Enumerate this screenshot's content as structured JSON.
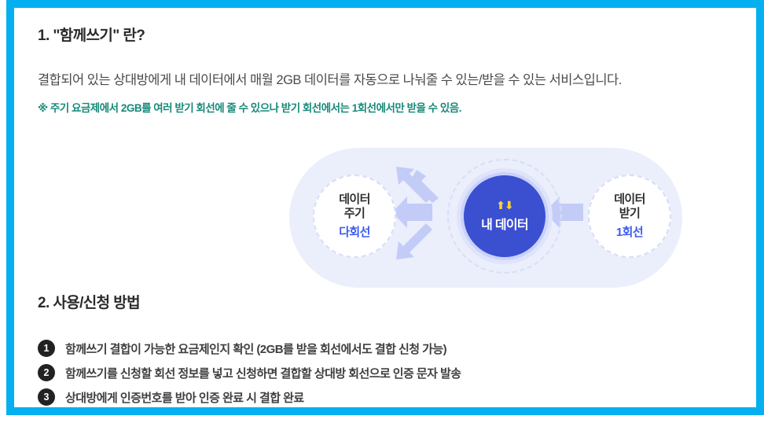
{
  "theme": {
    "frame_color": "#04b0ef",
    "note_color": "#17897a",
    "accent_blue": "#3d5bf0",
    "center_circle_color": "#3b4fd1",
    "diagram_bg_color": "#ebeefb",
    "badge_color": "#222222",
    "arrow_color": "#c3cbf7"
  },
  "section1": {
    "title": "1. \"함께쓰기\" 란?",
    "body": "결합되어 있는 상대방에게 내 데이터에서 매월 2GB 데이터를 자동으로 나눠줄 수 있는/받을 수 있는 서비스입니다.",
    "note": "※ 주기 요금제에서 2GB를 여러 받기 회선에 줄 수 있으나 받기 회선에서는 1회선에서만 받을 수 있음."
  },
  "diagram": {
    "left_node": {
      "label_line1": "데이터",
      "label_line2": "주기",
      "sub": "다회선"
    },
    "center_node": {
      "arrows_icon": "⬆⬇",
      "label": "내 데이터"
    },
    "right_node": {
      "label_line1": "데이터",
      "label_line2": "받기",
      "sub": "1회선"
    }
  },
  "section2": {
    "title": "2. 사용/신청 방법",
    "steps": [
      {
        "number": "1",
        "text": "함께쓰기 결합이 가능한 요금제인지 확인 (2GB를 받을 회선에서도 결합 신청 가능)"
      },
      {
        "number": "2",
        "text": "함께쓰기를 신청할 회선 정보를 넣고 신청하면 결합할 상대방 회선으로 인증 문자 발송"
      },
      {
        "number": "3",
        "text": "상대방에게 인증번호를 받아 인증 완료 시 결합 완료"
      }
    ]
  }
}
